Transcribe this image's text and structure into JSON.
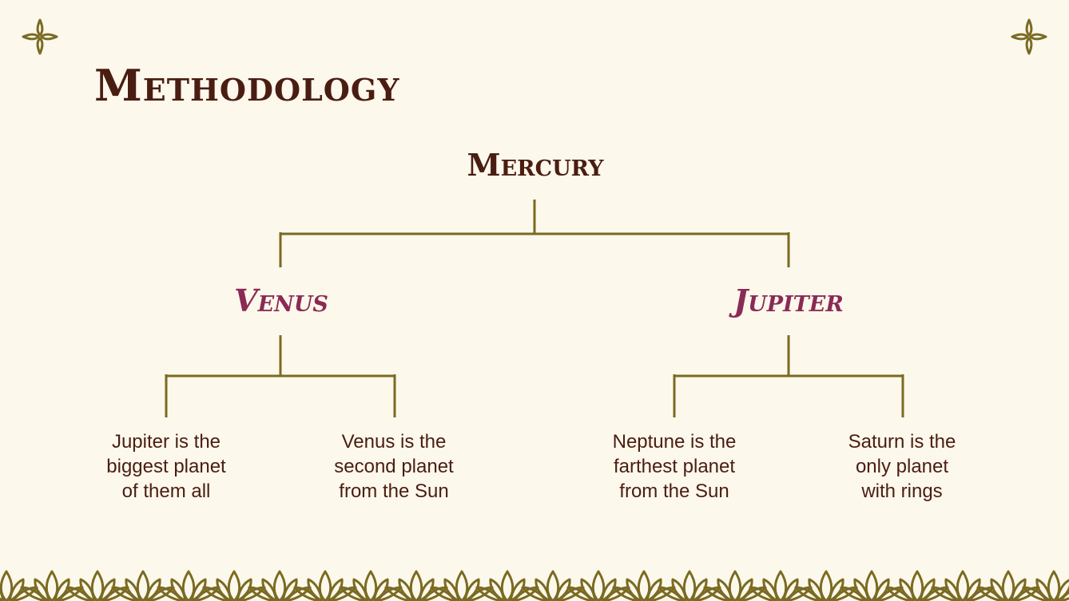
{
  "title": "Methodology",
  "root": {
    "label": "Mercury"
  },
  "children": [
    {
      "label": "Venus",
      "leaves": [
        {
          "lines": [
            "Jupiter is the",
            "biggest planet",
            "of them all"
          ]
        },
        {
          "lines": [
            "Venus is the",
            "second planet",
            "from the Sun"
          ]
        }
      ]
    },
    {
      "label": "Jupiter",
      "leaves": [
        {
          "lines": [
            "Neptune is the",
            "farthest planet",
            "from the Sun"
          ]
        },
        {
          "lines": [
            "Saturn is the",
            "only planet",
            "with rings"
          ]
        }
      ]
    }
  ],
  "icons": {
    "corner": "four-point-star-icon",
    "border": "lotus-icon"
  },
  "colors": {
    "background": "#fcf8eb",
    "title": "#4a1d12",
    "accent_label": "#8b2a55",
    "line": "#7a6a22",
    "ornament": "#7a6a22"
  }
}
